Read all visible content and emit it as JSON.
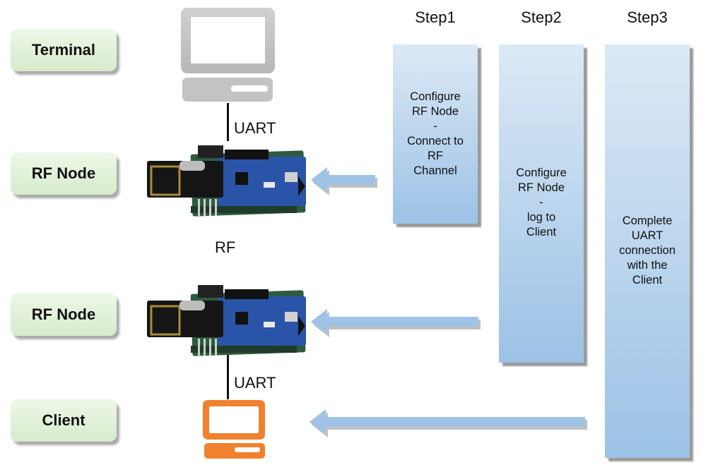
{
  "labels": {
    "terminal": "Terminal",
    "rf_node_1": "RF Node",
    "rf_node_2": "RF Node",
    "client": "Client"
  },
  "connections": {
    "uart_top": "UART",
    "rf": "RF",
    "uart_bottom": "UART"
  },
  "steps": [
    {
      "title": "Step1",
      "text": "Configure\nRF Node\n-\nConnect to\nRF\nChannel"
    },
    {
      "title": "Step2",
      "text": "Configure\nRF Node\n-\nlog to\nClient"
    },
    {
      "title": "Step3",
      "text": "Complete\nUART\nconnection\nwith the\nClient"
    }
  ],
  "icons": {
    "terminal": "computer-icon",
    "rf_node": "rf-module-board-icon",
    "client": "computer-icon"
  },
  "colors": {
    "label_bg": "#e3f2da",
    "step_bg": "#bcd6ee",
    "arrow": "#9fc3e7",
    "terminal_icon": "#c8c8c8",
    "client_icon": "#f0812f"
  }
}
